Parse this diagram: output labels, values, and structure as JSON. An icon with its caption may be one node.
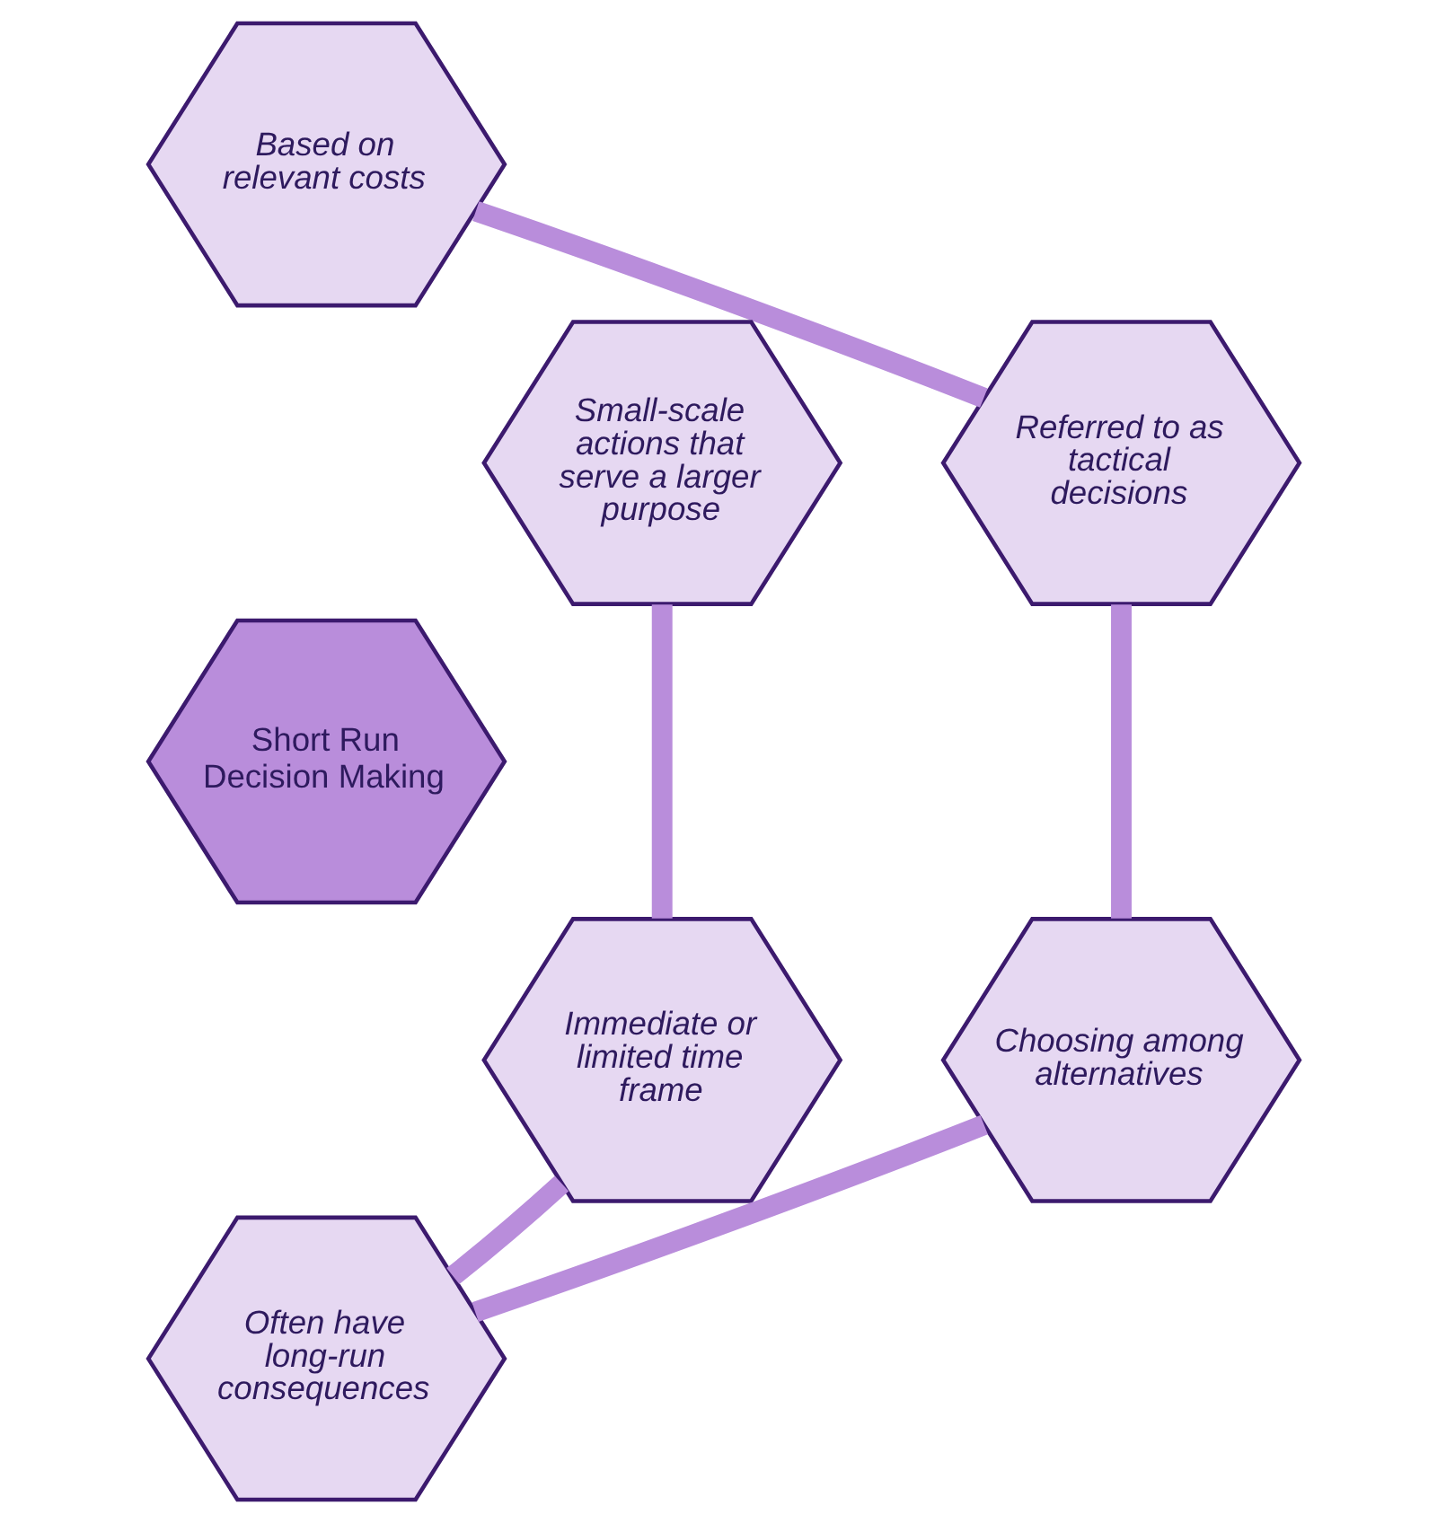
{
  "diagram": {
    "nodes": [
      {
        "text": [
          "Short Run Decision Making"
        ]
      },
      {
        "text": [
          "Based on relevant costs"
        ]
      },
      {
        "text": [
          "Referred to as tactical decisions"
        ]
      },
      {
        "text": [
          "Choosing among alternatives"
        ]
      },
      {
        "text": [
          "Often have long-run consequences"
        ]
      },
      {
        "text": [
          "Immediate or limited time frame"
        ]
      },
      {
        "text": [
          "Small-scale actions that serve a larger purpose"
        ]
      }
    ],
    "edges": [
      {
        "from": 1,
        "to": 2,
        "arrow": "none"
      },
      {
        "from": 2,
        "to": 3,
        "arrow": "none"
      },
      {
        "from": 3,
        "to": 4,
        "arrow": "none"
      },
      {
        "from": 4,
        "to": 5,
        "arrow": "none"
      },
      {
        "from": 5,
        "to": 6,
        "arrow": "none"
      }
    ]
  }
}
